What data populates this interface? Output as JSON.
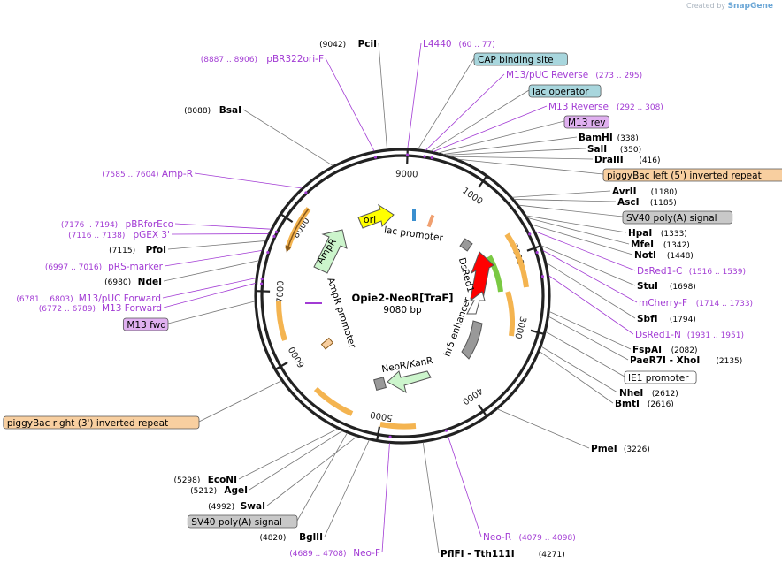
{
  "credit": {
    "prefix": "Created by",
    "brand": "SnapGene"
  },
  "plasmid": {
    "name": "Opie2-NeoR[TraF]",
    "size": "9080 bp"
  },
  "ticks": [
    "9000",
    "1000",
    "2000",
    "3000",
    "4000",
    "5000",
    "6000",
    "7000",
    "8000"
  ],
  "features": [
    {
      "label": "ori",
      "kind": "origin",
      "color": "#ffff00"
    },
    {
      "label": "AmpR",
      "kind": "cds",
      "color": "#ccf5cc"
    },
    {
      "label": "AmpR promoter",
      "kind": "promoter"
    },
    {
      "label": "lac promoter",
      "kind": "promoter"
    },
    {
      "label": "DsRed1",
      "kind": "cds",
      "color": "#ff0000"
    },
    {
      "label": "hr5 enhancer",
      "kind": "enhancer",
      "color": "#999999"
    },
    {
      "label": "NeoR/KanR",
      "kind": "cds",
      "color": "#ccf5cc"
    }
  ],
  "labels": [
    {
      "text": "PciI",
      "pos": "(9042)",
      "kind": "enzyme"
    },
    {
      "text": "L4440",
      "pos": "(60 .. 77)",
      "kind": "primer"
    },
    {
      "text": "pBR322ori-F",
      "pos": "(8887 .. 8906)",
      "kind": "primer"
    },
    {
      "text": "CAP binding site",
      "kind": "box-blue"
    },
    {
      "text": "M13/pUC Reverse",
      "pos": "(273 .. 295)",
      "kind": "primer"
    },
    {
      "text": "lac operator",
      "kind": "box-blue"
    },
    {
      "text": "M13 Reverse",
      "pos": "(292 .. 308)",
      "kind": "primer"
    },
    {
      "text": "BsaI",
      "pos": "(8088)",
      "kind": "enzyme"
    },
    {
      "text": "M13 rev",
      "kind": "box-purple"
    },
    {
      "text": "BamHI",
      "pos": "(338)",
      "kind": "enzyme"
    },
    {
      "text": "SalI",
      "pos": "(350)",
      "kind": "enzyme"
    },
    {
      "text": "DraIII",
      "pos": "(416)",
      "kind": "enzyme"
    },
    {
      "text": "piggyBac left (5') inverted repeat",
      "kind": "box-orange"
    },
    {
      "text": "Amp-R",
      "pos": "(7585 .. 7604)",
      "kind": "primer"
    },
    {
      "text": "AvrII",
      "pos": "(1180)",
      "kind": "enzyme"
    },
    {
      "text": "AscI",
      "pos": "(1185)",
      "kind": "enzyme"
    },
    {
      "text": "SV40 poly(A) signal",
      "kind": "box-gray"
    },
    {
      "text": "pBRforEco",
      "pos": "(7176 .. 7194)",
      "kind": "primer"
    },
    {
      "text": "pGEX 3'",
      "pos": "(7116 .. 7138)",
      "kind": "primer"
    },
    {
      "text": "HpaI",
      "pos": "(1333)",
      "kind": "enzyme"
    },
    {
      "text": "MfeI",
      "pos": "(1342)",
      "kind": "enzyme"
    },
    {
      "text": "PfoI",
      "pos": "(7115)",
      "kind": "enzyme"
    },
    {
      "text": "NotI",
      "pos": "(1448)",
      "kind": "enzyme"
    },
    {
      "text": "pRS-marker",
      "pos": "(6997 .. 7016)",
      "kind": "primer"
    },
    {
      "text": "DsRed1-C",
      "pos": "(1516 .. 1539)",
      "kind": "primer"
    },
    {
      "text": "NdeI",
      "pos": "(6980)",
      "kind": "enzyme"
    },
    {
      "text": "StuI",
      "pos": "(1698)",
      "kind": "enzyme"
    },
    {
      "text": "M13/pUC Forward",
      "pos": "(6781 .. 6803)",
      "kind": "primer"
    },
    {
      "text": "mCherry-F",
      "pos": "(1714 .. 1733)",
      "kind": "primer"
    },
    {
      "text": "M13 Forward",
      "pos": "(6772 .. 6789)",
      "kind": "primer"
    },
    {
      "text": "SbfI",
      "pos": "(1794)",
      "kind": "enzyme"
    },
    {
      "text": "M13 fwd",
      "kind": "box-purple"
    },
    {
      "text": "DsRed1-N",
      "pos": "(1931 .. 1951)",
      "kind": "primer"
    },
    {
      "text": "FspAI",
      "pos": "(2082)",
      "kind": "enzyme"
    },
    {
      "text": "PaeR7I - XhoI",
      "pos": "(2135)",
      "kind": "enzyme"
    },
    {
      "text": "IE1 promoter",
      "kind": "box-white"
    },
    {
      "text": "NheI",
      "pos": "(2612)",
      "kind": "enzyme"
    },
    {
      "text": "BmtI",
      "pos": "(2616)",
      "kind": "enzyme"
    },
    {
      "text": "piggyBac right (3') inverted repeat",
      "kind": "box-orange"
    },
    {
      "text": "PmeI",
      "pos": "(3226)",
      "kind": "enzyme"
    },
    {
      "text": "EcoNI",
      "pos": "(5298)",
      "kind": "enzyme"
    },
    {
      "text": "AgeI",
      "pos": "(5212)",
      "kind": "enzyme"
    },
    {
      "text": "SwaI",
      "pos": "(4992)",
      "kind": "enzyme"
    },
    {
      "text": "SV40 poly(A) signal",
      "kind": "box-gray"
    },
    {
      "text": "BglII",
      "pos": "(4820)",
      "kind": "enzyme"
    },
    {
      "text": "Neo-F",
      "pos": "(4689 .. 4708)",
      "kind": "primer"
    },
    {
      "text": "PflFI - Tth111I",
      "pos": "(4271)",
      "kind": "enzyme"
    },
    {
      "text": "Neo-R",
      "pos": "(4079 .. 4098)",
      "kind": "primer"
    }
  ],
  "colors": {
    "primer": "#a23bd4",
    "enzyme": "#000000",
    "backbone": "#222222",
    "cap_box": "#a8d6dd",
    "purple_box": "#e0b0f0",
    "orange_box": "#f8cfa0",
    "gray_box": "#c8c8c8",
    "orange_arc": "#f4b450"
  }
}
